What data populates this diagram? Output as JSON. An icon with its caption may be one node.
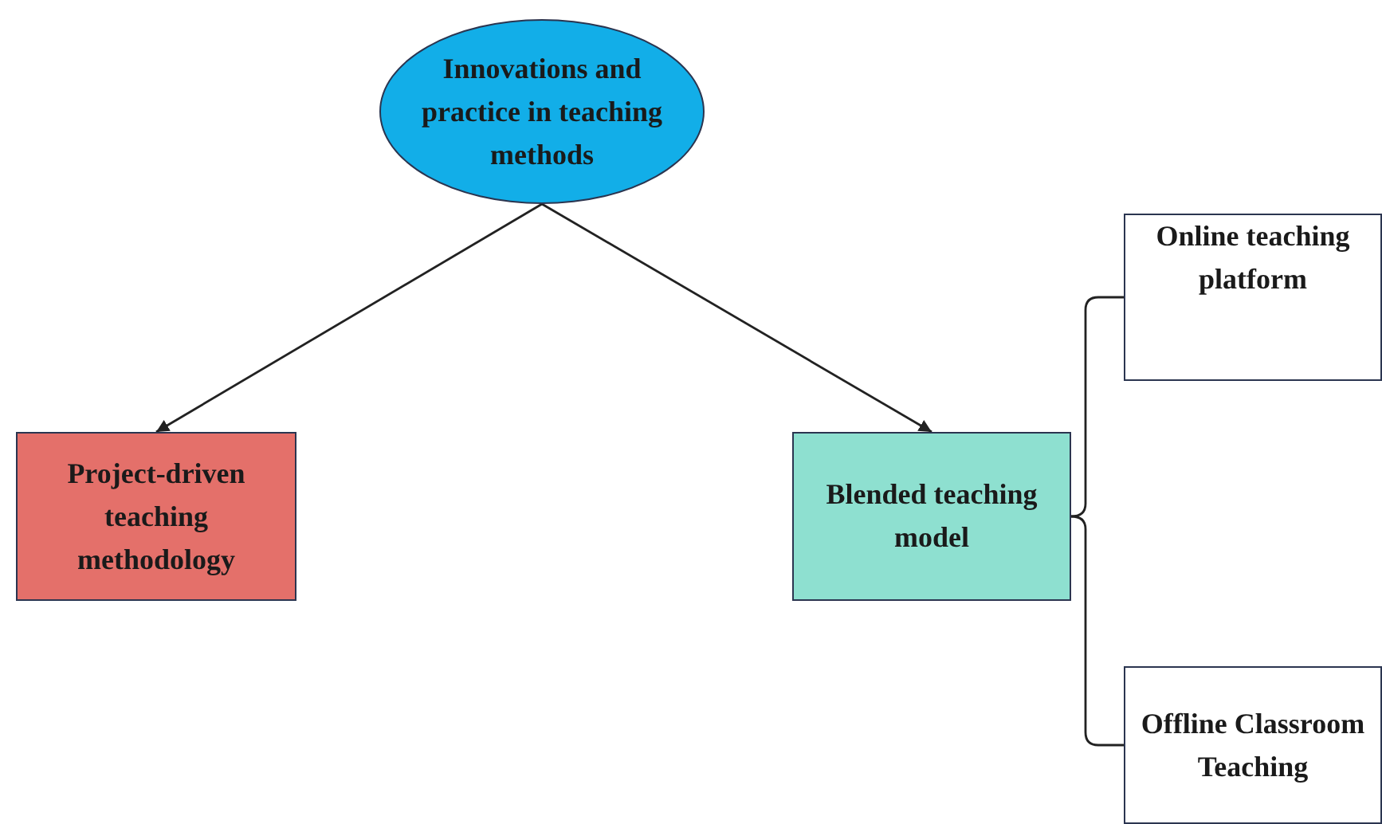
{
  "diagram": {
    "nodes": [
      {
        "text": [
          "Innovations and practice in teaching methods"
        ]
      },
      {
        "text": [
          "Project-driven teaching methodology"
        ]
      },
      {
        "text": [
          "Blended teaching model"
        ]
      },
      {
        "text": [
          "Online teaching platform"
        ]
      },
      {
        "text": [
          "Offline Classroom Teaching"
        ]
      }
    ],
    "edges": [
      {
        "from": 0,
        "to": 1,
        "arrow": "to"
      },
      {
        "from": 0,
        "to": 2,
        "arrow": "to"
      },
      {
        "from": 2,
        "to": 3,
        "arrow": "none"
      },
      {
        "from": 2,
        "to": 4,
        "arrow": "none"
      }
    ]
  }
}
